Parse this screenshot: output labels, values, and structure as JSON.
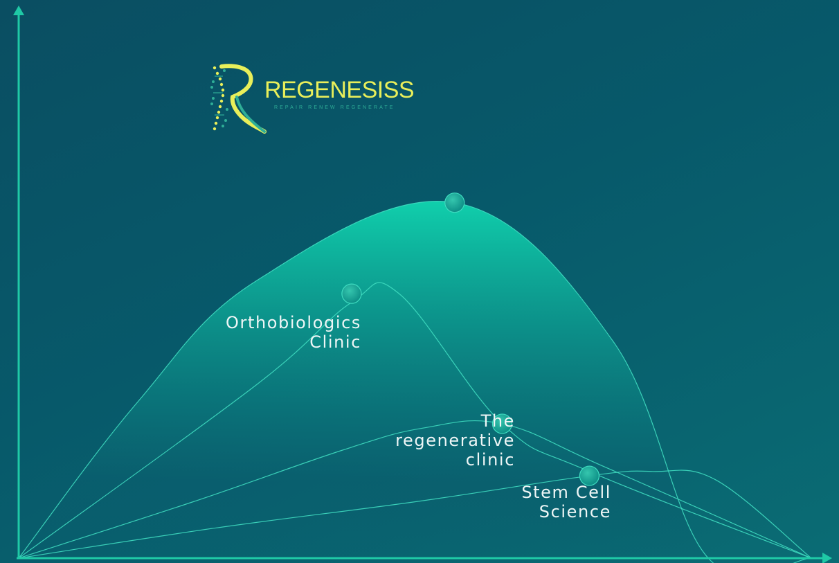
{
  "colors": {
    "background_start": "#0a4e62",
    "background_end": "#0a6c74",
    "axis": "#1fc9a6",
    "curve_stroke": "#3fdcc0",
    "main_fill_top": "#10cfac",
    "main_fill_bottom": "#0a5e6e",
    "marker": "#0d8f86",
    "label_text": "#eef6f6",
    "logo_yellow": "#e9ef5a",
    "logo_green": "#2fae97"
  },
  "logo": {
    "brand": "REGENESISS",
    "tagline": "REPAIR RENEW REGENERATE",
    "icon": "dna-helix-r-icon"
  },
  "chart_data": {
    "type": "area",
    "title": "",
    "xlabel": "",
    "ylabel": "",
    "grid": false,
    "xlim": [
      0,
      100
    ],
    "ylim": [
      0,
      100
    ],
    "series": [
      {
        "name": "REGENESISS",
        "filled": true,
        "x": [
          0,
          15,
          30,
          55,
          75,
          87,
          100
        ],
        "y": [
          0,
          36,
          64,
          82,
          50,
          0,
          0
        ]
      },
      {
        "name": "Orthobiologics Clinic",
        "filled": false,
        "x": [
          0,
          30,
          42,
          48,
          61,
          72,
          100
        ],
        "y": [
          0,
          40,
          59,
          61,
          31,
          20,
          0
        ]
      },
      {
        "name": "The regenerative clinic",
        "filled": false,
        "x": [
          0,
          22,
          41,
          51,
          61,
          74,
          100
        ],
        "y": [
          0,
          13,
          25,
          30,
          31,
          21,
          0
        ]
      },
      {
        "name": "Stem Cell Science",
        "filled": false,
        "x": [
          0,
          25,
          50,
          72,
          80,
          88,
          100
        ],
        "y": [
          0,
          7,
          13,
          19,
          20,
          18,
          0
        ]
      }
    ],
    "markers": [
      {
        "series": "REGENESISS",
        "x": 55,
        "y": 82
      },
      {
        "series": "Orthobiologics Clinic",
        "x": 42,
        "y": 61
      },
      {
        "series": "The regenerative clinic",
        "x": 61,
        "y": 31
      },
      {
        "series": "Stem Cell Science",
        "x": 72,
        "y": 19
      }
    ],
    "annotations": [
      {
        "text_lines": [
          "Orthobiologics",
          "Clinic"
        ]
      },
      {
        "text_lines": [
          "The",
          "regenerative",
          "clinic"
        ]
      },
      {
        "text_lines": [
          "Stem Cell",
          "Science"
        ]
      }
    ]
  }
}
